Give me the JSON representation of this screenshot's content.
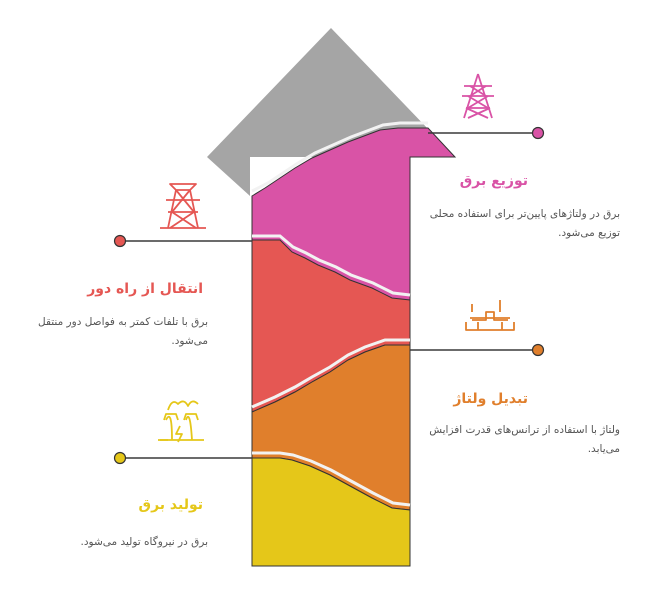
{
  "colors": {
    "arrow_head": "#a5a5a5",
    "distribution": "#d953a6",
    "transmission": "#e55753",
    "transformation": "#e07f2c",
    "generation": "#e5c719",
    "outline": "#333333",
    "connector": "#3a3a3a"
  },
  "steps": [
    {
      "title": "توزیع برق",
      "description": "برق در ولتاژهای پایین‌تر برای استفاده محلی توزیع می‌شود.",
      "icon": "power-tower-icon"
    },
    {
      "title": "انتقال از راه دور",
      "description": "برق با تلفات کمتر به فواصل دور منتقل می‌شود.",
      "icon": "transmission-tower-icon"
    },
    {
      "title": "تبدیل ولتاژ",
      "description": "ولتاژ با استفاده از ترانس‌های قدرت افزایش می‌یابد.",
      "icon": "transformer-icon"
    },
    {
      "title": "تولید برق",
      "description": "برق در نیروگاه تولید می‌شود.",
      "icon": "power-plant-icon"
    }
  ]
}
